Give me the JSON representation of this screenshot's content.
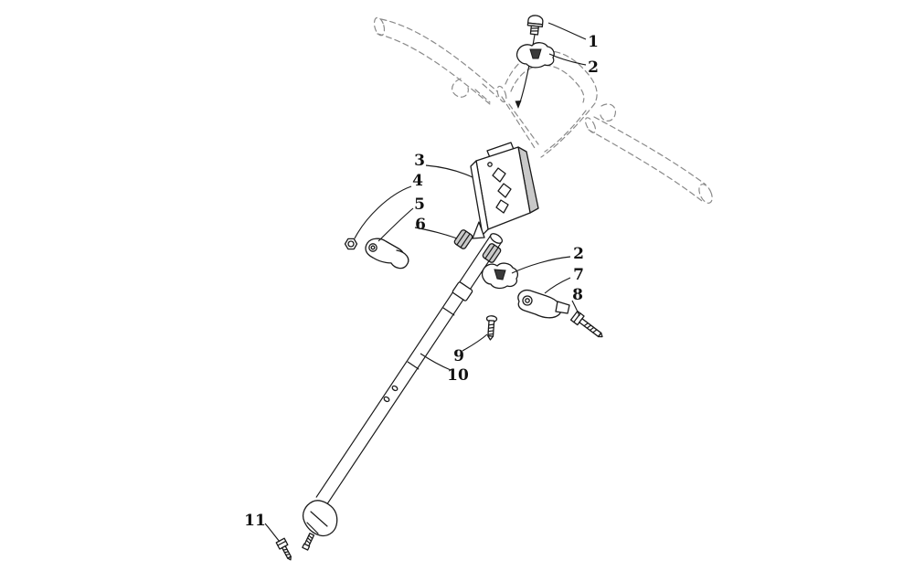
{
  "diagram": {
    "type": "exploded-parts-diagram",
    "subject": "steering-post-assembly",
    "background": "#ffffff",
    "colors": {
      "line": "#1a1a1a",
      "phantom": "#8a8a8a",
      "shade": "#c9c9c9"
    },
    "callouts": [
      {
        "label": "1"
      },
      {
        "label": "2"
      },
      {
        "label": "3"
      },
      {
        "label": "4"
      },
      {
        "label": "5"
      },
      {
        "label": "6"
      },
      {
        "label": "2"
      },
      {
        "label": "7"
      },
      {
        "label": "8"
      },
      {
        "label": "9"
      },
      {
        "label": "10"
      },
      {
        "label": "11"
      }
    ]
  }
}
